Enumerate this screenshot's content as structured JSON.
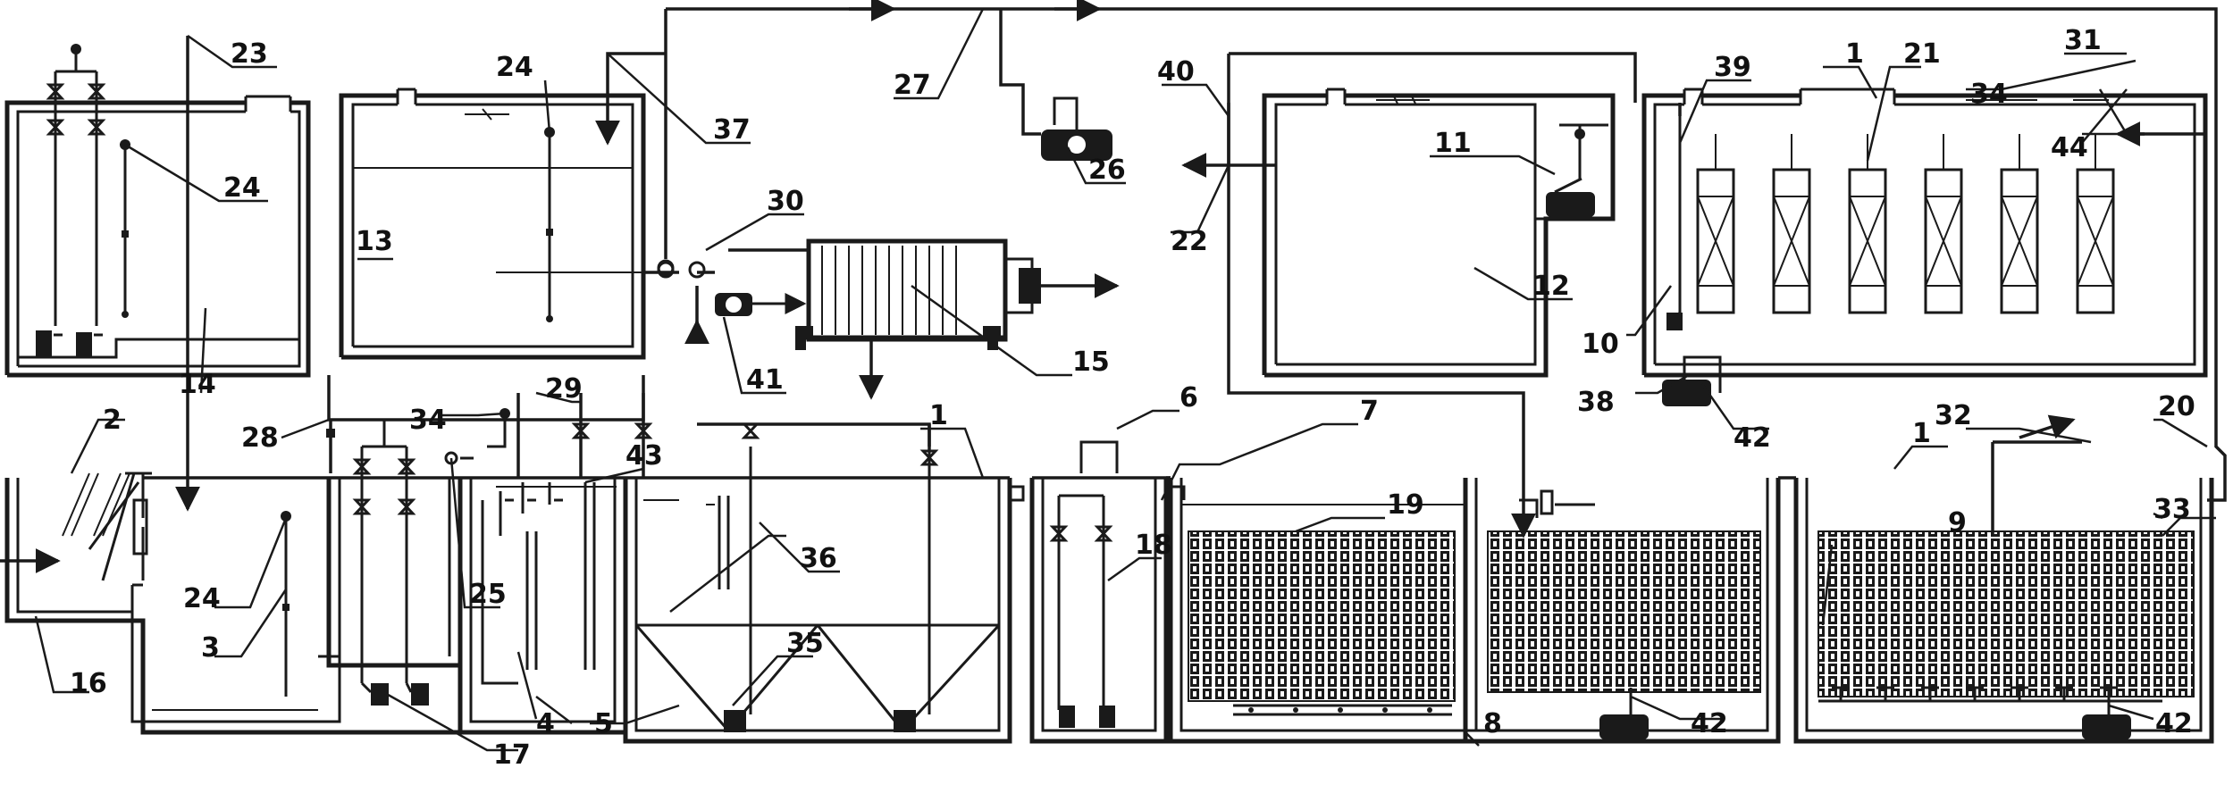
{
  "labels": {
    "l1": "1",
    "l2": "2",
    "l3": "3",
    "l4": "4",
    "l5": "5",
    "l6": "6",
    "l7": "7",
    "l8": "8",
    "l9": "9",
    "l10": "10",
    "l11": "11",
    "l12": "12",
    "l13": "13",
    "l14": "14",
    "l15": "15",
    "l16": "16",
    "l17": "17",
    "l18": "18",
    "l19": "19",
    "l20": "20",
    "l21": "21",
    "l22": "22",
    "l23": "23",
    "l24": "24",
    "l25": "25",
    "l26": "26",
    "l27": "27",
    "l28": "28",
    "l29": "29",
    "l30": "30",
    "l31": "31",
    "l32": "32",
    "l33": "33",
    "l34": "34",
    "l35": "35",
    "l36": "36",
    "l37": "37",
    "l38": "38",
    "l39": "39",
    "l40": "40",
    "l41": "41",
    "l42": "42",
    "l43": "43",
    "l44": "44"
  }
}
